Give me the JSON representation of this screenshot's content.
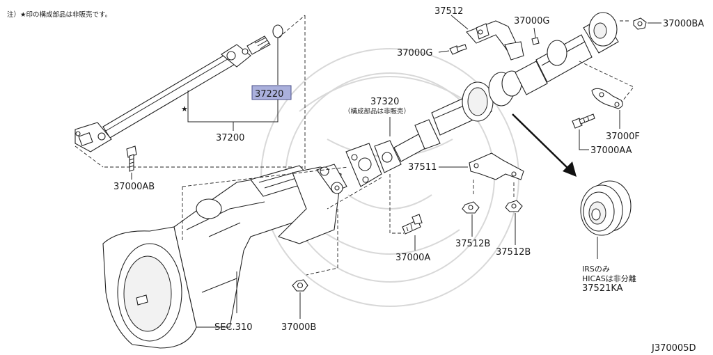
{
  "note": "注）★印の構成部品は非販売です。",
  "star_marker": "★",
  "highlight_color": "#aab0dc",
  "highlight_border": "#4a4f8a",
  "labels": {
    "p37512": "37512",
    "p37000G_top": "37000G",
    "p37000G_left": "37000G",
    "p37000BA": "37000BA",
    "p37220": "37220",
    "p37200": "37200",
    "p37320": "37320",
    "p37320_note": "（構成部品は非販売）",
    "p37000F": "37000F",
    "p37000AA": "37000AA",
    "p37000AB": "37000AB",
    "p37511": "37511",
    "p37512B_a": "37512B",
    "p37512B_b": "37512B",
    "p37000A": "37000A",
    "p37000B": "37000B",
    "sec310": "SEC.310",
    "irs_line1": "IRSのみ",
    "irs_line2": "HICASは非分離",
    "irs_line3": "37521KA",
    "diagram_id": "J370005D"
  }
}
